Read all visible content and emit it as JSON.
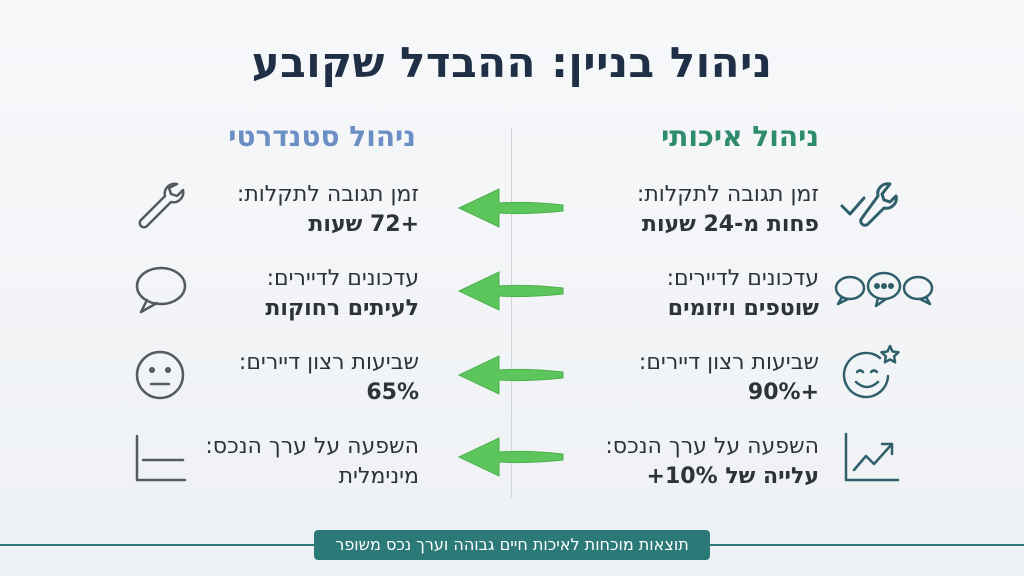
{
  "title": "ניהול בניין: ההבדל שקובע",
  "columns": {
    "quality": "ניהול איכותי",
    "standard": "ניהול סטנדרטי"
  },
  "rows": [
    {
      "label": "זמן תגובה לתקלות:",
      "quality_value": "פחות מ-24 שעות",
      "standard_value": "+72 שעות",
      "quality_icon": "wrench-check-icon",
      "standard_icon": "wrench-icon"
    },
    {
      "label": "עדכונים לדיירים:",
      "quality_value": "שוטפים ויזומים",
      "standard_value": "לעיתים רחוקות",
      "quality_icon": "chat-bubbles-icon",
      "standard_icon": "chat-bubble-icon"
    },
    {
      "label": "שביעות רצון דיירים:",
      "quality_value": "+90%",
      "standard_value": "65%",
      "quality_icon": "happy-face-star-icon",
      "standard_icon": "neutral-face-icon"
    },
    {
      "label": "השפעה על ערך הנכס:",
      "quality_value": "עלייה של 10%+",
      "standard_value": "מינימלית",
      "quality_icon": "trend-up-chart-icon",
      "standard_icon": "flat-chart-icon"
    }
  ],
  "footer": "תוצאות מוכחות לאיכות חיים גבוהה וערך נכס משופר",
  "colors": {
    "title": "#1f2f45",
    "quality_heading": "#2e8b6e",
    "standard_heading": "#6b8fc4",
    "arrow": "#5cc55c",
    "footer": "#2b7a78",
    "quality_icon": "#2f5f6a",
    "standard_icon": "#555a60"
  }
}
